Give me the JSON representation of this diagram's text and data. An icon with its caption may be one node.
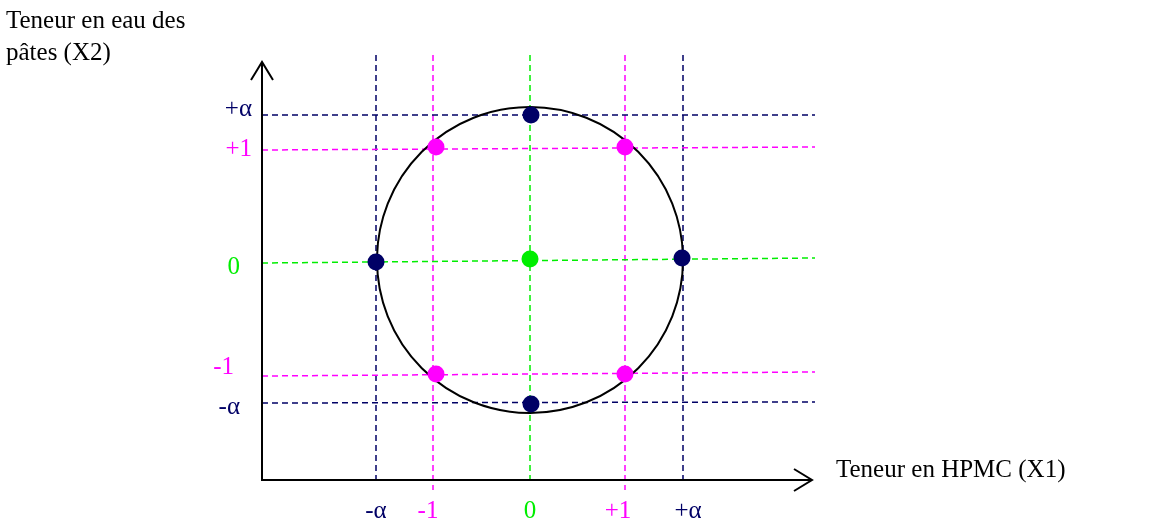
{
  "diagram": {
    "labels": [
      "Teneur en eau des pâtes (X2)",
      "+α",
      "+1",
      "0",
      "-1",
      "-α",
      "Teneur en HPMC (X1)",
      "-α",
      "-1",
      "0",
      "+1",
      "+α"
    ]
  }
}
